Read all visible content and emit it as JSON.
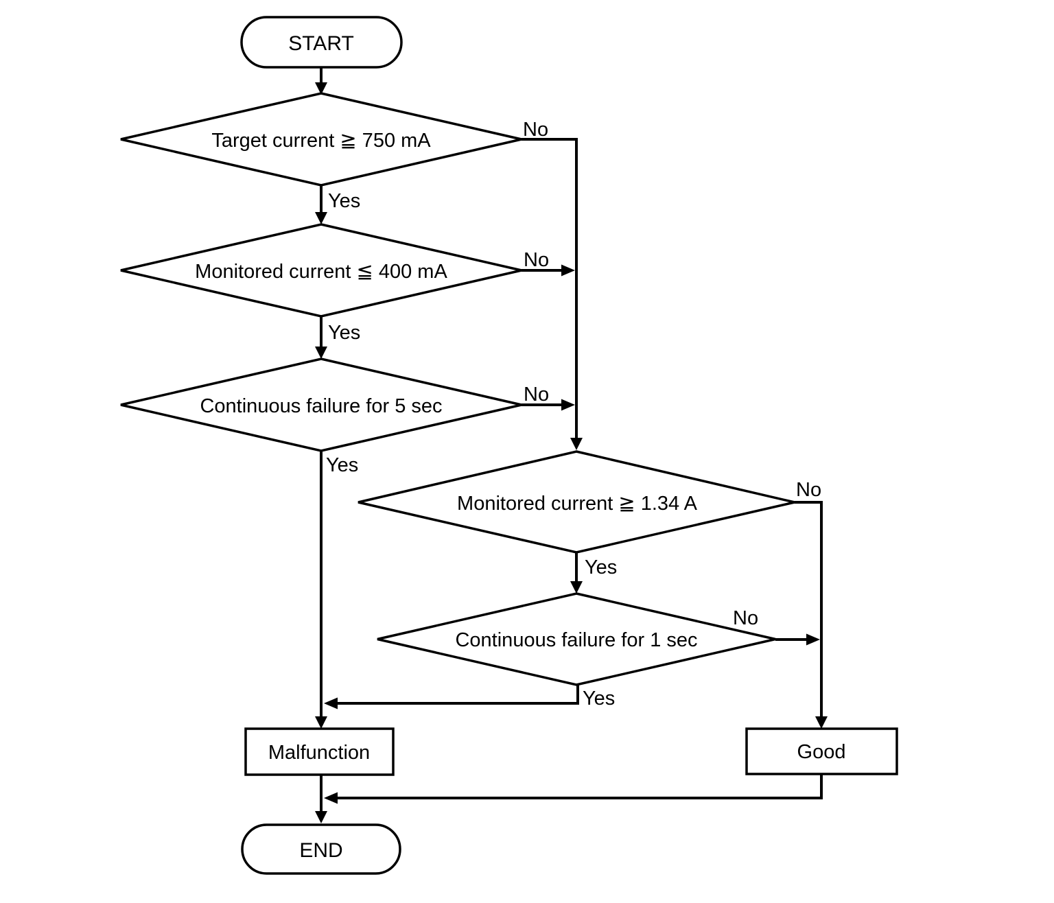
{
  "diagram": {
    "type": "flowchart",
    "nodes": {
      "start": {
        "label": "START",
        "shape": "terminator"
      },
      "decision_target_current": {
        "label": "Target current ≧ 750 mA",
        "shape": "decision"
      },
      "decision_monitored_current_low": {
        "label": "Monitored current ≦ 400 mA",
        "shape": "decision"
      },
      "decision_failure_5sec": {
        "label": "Continuous failure for 5 sec",
        "shape": "decision"
      },
      "decision_monitored_current_high": {
        "label": "Monitored current ≧ 1.34 A",
        "shape": "decision"
      },
      "decision_failure_1sec": {
        "label": "Continuous failure for 1 sec",
        "shape": "decision"
      },
      "malfunction": {
        "label": "Malfunction",
        "shape": "process"
      },
      "good": {
        "label": "Good",
        "shape": "process"
      },
      "end": {
        "label": "END",
        "shape": "terminator"
      }
    },
    "edge_labels": {
      "target_current_yes": "Yes",
      "target_current_no": "No",
      "monitored_low_yes": "Yes",
      "monitored_low_no": "No",
      "failure_5sec_yes": "Yes",
      "failure_5sec_no": "No",
      "monitored_high_yes": "Yes",
      "monitored_high_no": "No",
      "failure_1sec_yes": "Yes",
      "failure_1sec_no": "No"
    },
    "colors": {
      "line": "#000000",
      "text": "#000000",
      "background": "#ffffff"
    }
  }
}
